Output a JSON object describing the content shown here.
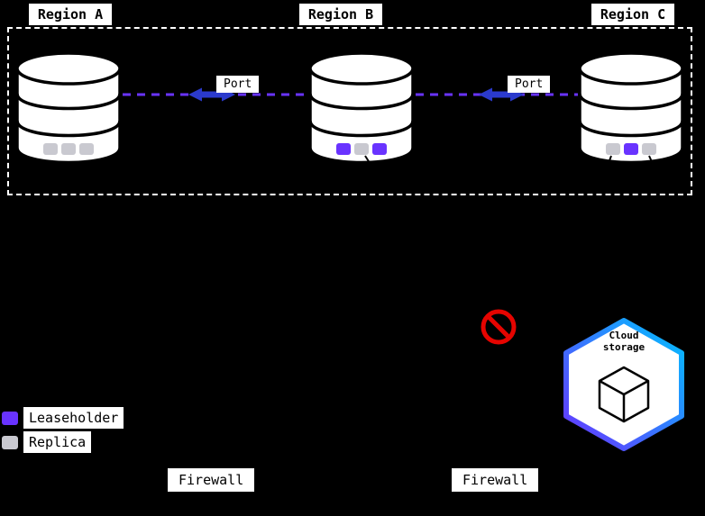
{
  "regions": [
    {
      "label": "Region A",
      "db": {
        "slots": [
          "replica",
          "replica",
          "replica"
        ]
      }
    },
    {
      "label": "Region B",
      "db": {
        "slots": [
          "leaseholder",
          "replica",
          "leaseholder"
        ]
      }
    },
    {
      "label": "Region C",
      "db": {
        "slots": [
          "replica",
          "leaseholder",
          "replica"
        ]
      }
    }
  ],
  "connections": [
    {
      "label": "Port"
    },
    {
      "label": "Port"
    }
  ],
  "cloud_storage": {
    "line1": "Cloud",
    "line2": "storage"
  },
  "legend": [
    {
      "type": "leaseholder",
      "label": "Leaseholder"
    },
    {
      "type": "replica",
      "label": "Replica"
    }
  ],
  "firewalls": [
    {
      "label": "Firewall"
    },
    {
      "label": "Firewall"
    }
  ],
  "colors": {
    "leaseholder": "#6933ff",
    "replica": "#c9c9d0",
    "dash_line": "#6933ff",
    "port_arrow": "#2b3acc",
    "prohibition": "#e60400",
    "hex_gradient_start": "#00c2ff",
    "hex_gradient_end": "#6933ff"
  }
}
